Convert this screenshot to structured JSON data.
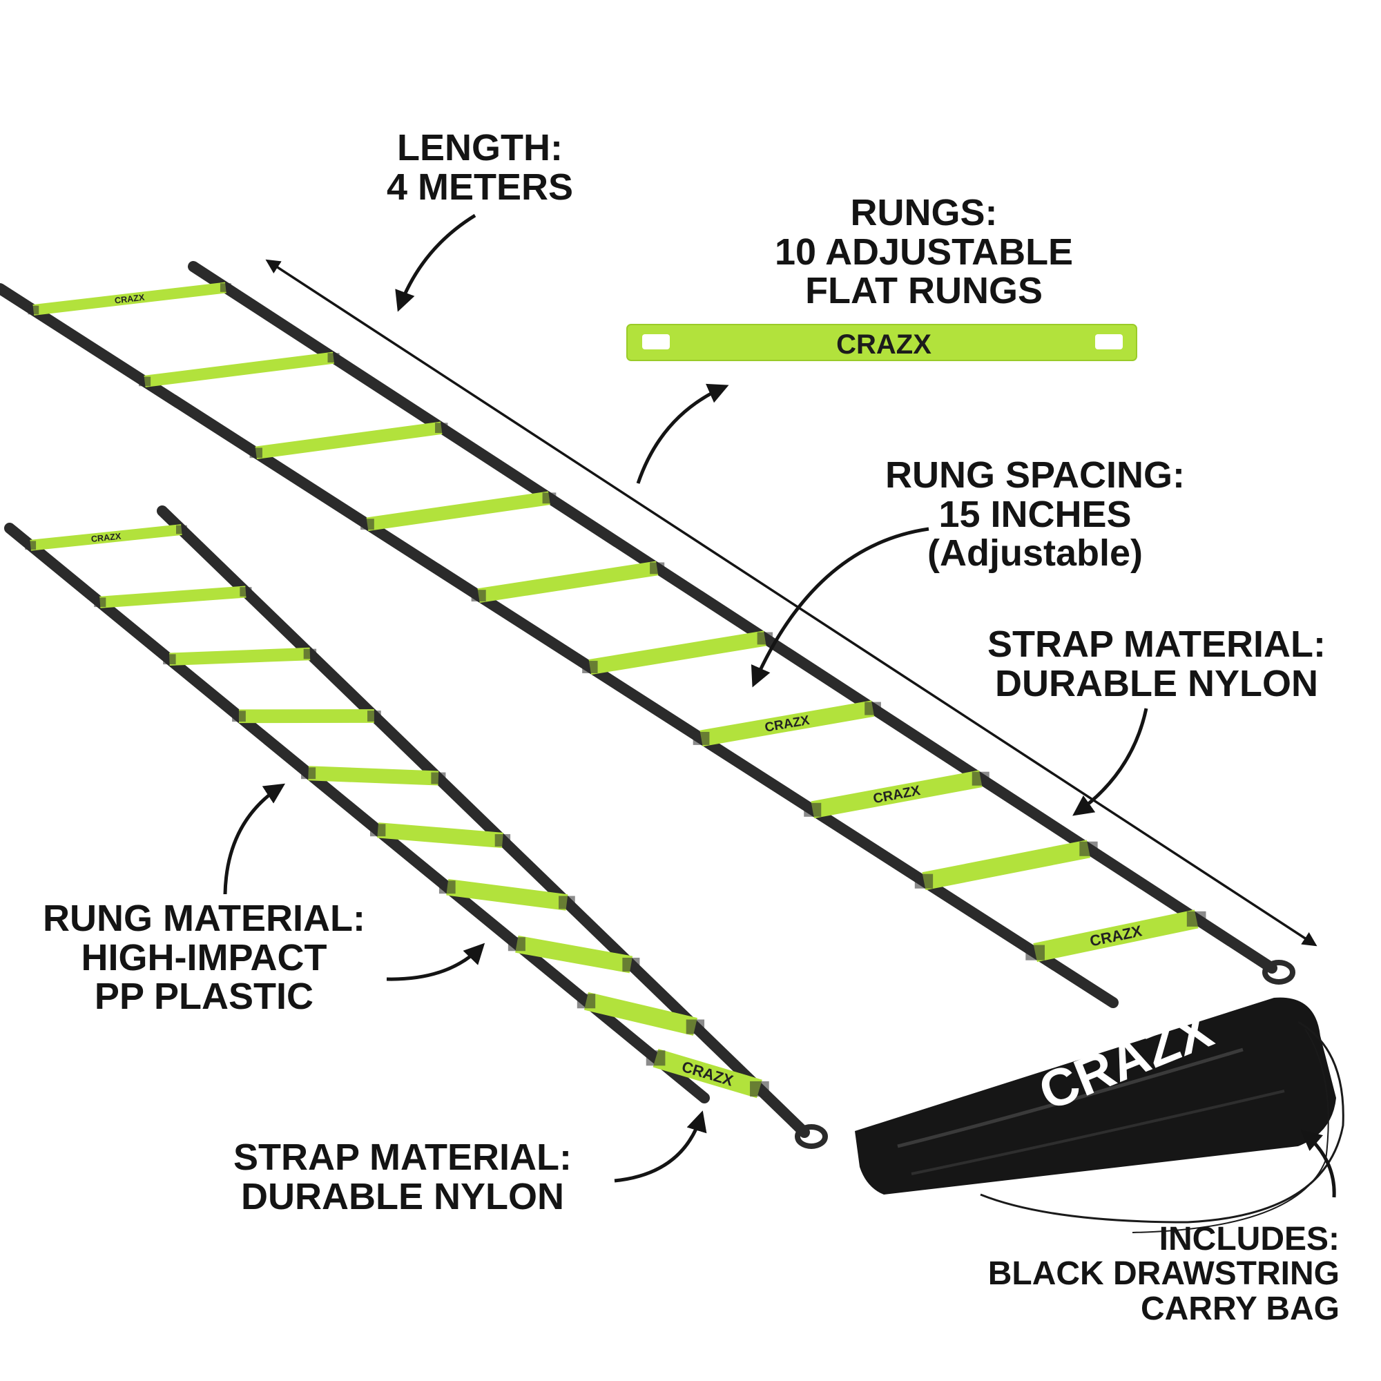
{
  "brand": {
    "name": "CRAZX",
    "colors": {
      "rung_green": "#b2e23c",
      "strap_black": "#2b2b2b",
      "bag_black": "#161616",
      "text": "#141414"
    }
  },
  "callouts": {
    "length": {
      "title": "LENGTH:",
      "value": "4 METERS"
    },
    "rungs": {
      "title": "RUNGS:",
      "line1": "10 ADJUSTABLE",
      "line2": "FLAT RUNGS"
    },
    "rung_spacing": {
      "title": "RUNG SPACING:",
      "line1": "15 INCHES",
      "line2": "(Adjustable)"
    },
    "strap_material_top": {
      "title": "STRAP MATERIAL:",
      "value": "DURABLE NYLON"
    },
    "rung_material": {
      "title": "RUNG MATERIAL:",
      "line1": "HIGH-IMPACT",
      "line2": "PP PLASTIC"
    },
    "strap_material_bottom": {
      "title": "STRAP MATERIAL:",
      "value": "DURABLE NYLON"
    },
    "bag": {
      "title": "INCLUDES:",
      "line1": "BLACK DRAWSTRING",
      "line2": "CARRY BAG"
    }
  },
  "icons": [
    "curved-arrow-icon",
    "double-headed-arrow-icon"
  ]
}
